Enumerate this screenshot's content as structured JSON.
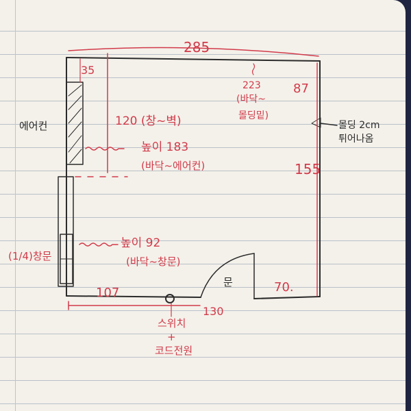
{
  "labels": {
    "top_width": "285",
    "left_top_gap": "35",
    "ceiling_height": "223",
    "ceiling_note": "(바닥~",
    "ceiling_note2": "몰딩밑)",
    "right_top": "87",
    "right_bottom": "155",
    "molding": "몰딩 2cm",
    "molding2": "튀어나옴",
    "aircon": "에어컨",
    "window_to_bed": "120 (창~벽)",
    "aircon_height": "높이 183",
    "aircon_height_note": "(바닥~에어컨)",
    "window": "(1/4)창문",
    "window_height": "높이 92",
    "window_height_note": "(바닥~창문)",
    "bottom_left": "107",
    "bottom_mid": "130",
    "bottom_right": "70.",
    "door_mark": "문",
    "switch": "스위치",
    "plus": "+",
    "outlet": "코드전원"
  },
  "colors": {
    "ink": "#2b2b2b",
    "red_pen": "#d13a4a",
    "paper": "#f4f1ea",
    "rule_line": "#b9c0c9",
    "cover": "#1f2440"
  }
}
